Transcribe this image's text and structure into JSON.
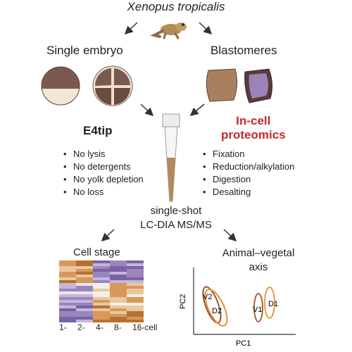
{
  "title": "Xenopus tropicalis",
  "sections": {
    "single_embryo": "Single embryo",
    "blastomeres": "Blastomeres"
  },
  "e4tip": {
    "heading": "E4tip",
    "items": [
      "No lysis",
      "No detergents",
      "No yolk depletion",
      "No loss"
    ]
  },
  "incell": {
    "heading_line1": "In-cell",
    "heading_line2": "proteomics",
    "items": [
      "Fixation",
      "Reduction/alkylation",
      "Digestion",
      "Desalting"
    ]
  },
  "method": {
    "line1": "single-shot",
    "line2": "LC-DIA MS/MS"
  },
  "cell_stage": {
    "title": "Cell stage",
    "x_labels": [
      "1-",
      "2-",
      "4-",
      "8-",
      "16-cell"
    ]
  },
  "animal_vegetal": {
    "title_line1": "Animal–vegetal",
    "title_line2": "axis",
    "xlabel": "PC1",
    "ylabel": "PC2",
    "clusters": [
      "V2",
      "D2",
      "V1",
      "D1"
    ]
  },
  "colors": {
    "accent_red": "#c62828",
    "orange": "#e8922f",
    "purple": "#8a6bb0",
    "brown": "#a0522d"
  }
}
